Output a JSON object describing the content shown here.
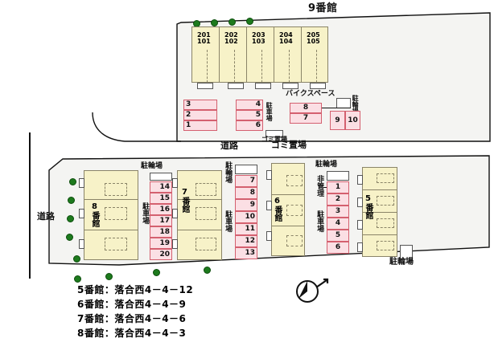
{
  "map": {
    "title_top": "9番館",
    "roads": [
      {
        "name": "road-left",
        "label": "道路"
      },
      {
        "name": "road-middle",
        "label": "道路"
      }
    ],
    "garbage_labels": [
      "ゴミ置場",
      "ゴミ置場"
    ],
    "bike_space_label": "バイクスペース",
    "bicycle_parking_label": "駐輪場",
    "car_parking_label": "駐車場",
    "unmanaged_label": "非管理",
    "compass_icon": "north-arrow-icon"
  },
  "building9": {
    "name": "9番館",
    "units": [
      {
        "upper": "201",
        "lower": "101"
      },
      {
        "upper": "202",
        "lower": "102"
      },
      {
        "upper": "203",
        "lower": "103"
      },
      {
        "upper": "204",
        "lower": "104"
      },
      {
        "upper": "205",
        "lower": "105"
      }
    ],
    "parking_left": [
      "3",
      "2",
      "1"
    ],
    "parking_mid": [
      "4",
      "5",
      "6"
    ],
    "parking_bike_space": [
      "8",
      "7"
    ],
    "parking_right": [
      "9",
      "10"
    ],
    "labels": {
      "car_parking": "駐車場",
      "bicycle_parking": "駐輪場",
      "bike_space": "バイクスペース",
      "garbage": "ゴミ置場"
    }
  },
  "building8": {
    "name": "8番館",
    "number_label": "8番館",
    "parking": [
      "14",
      "15",
      "16",
      "17",
      "18",
      "19",
      "20"
    ],
    "bicycle_parking": "駐輪場",
    "car_parking": "駐車場"
  },
  "building7": {
    "name": "7番館",
    "number_label": "7番館",
    "parking": [
      "7",
      "8",
      "9",
      "10",
      "11",
      "12",
      "13"
    ],
    "bicycle_parking": "駐輪場",
    "car_parking": "駐車場"
  },
  "building6": {
    "name": "6番館",
    "number_label": "6番館"
  },
  "building5": {
    "name": "5番館",
    "number_label": "5番館",
    "parking": [
      "1",
      "2",
      "3",
      "4",
      "5",
      "6"
    ],
    "bicycle_parking": "駐輪場",
    "car_parking": "駐車場",
    "unmanaged": "非管理",
    "bicycle_parking_bottom": "駐輪場"
  },
  "legend": {
    "lines": [
      "5番館：落合西4－4－12",
      "6番館：落合西4－4－9",
      "7番館：落合西4－4－6",
      "8番館：落合西4－4－3"
    ]
  },
  "colors": {
    "building_fill": "#f7f2c8",
    "building_stroke": "#8a8468",
    "stall_fill": "#fbdfe4",
    "stall_stroke": "#d4606f",
    "lot_fill": "#f4f4f2",
    "plant_dot": "#1d7a1d"
  }
}
